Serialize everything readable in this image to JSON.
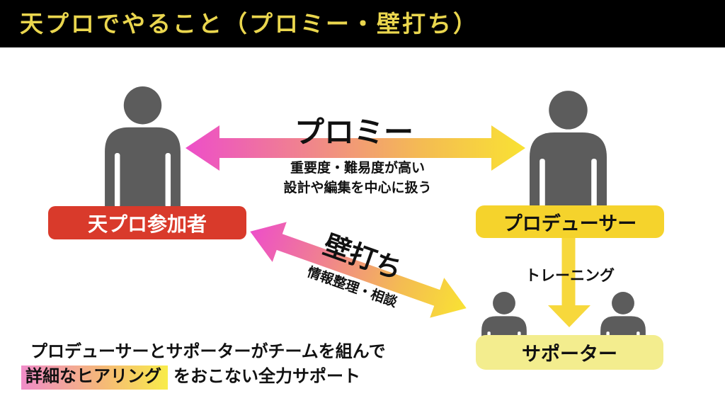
{
  "title": "天プロでやること（プロミー・壁打ち）",
  "nodes": {
    "participant": "天プロ参加者",
    "producer": "プロデューサー",
    "supporter": "サポーター"
  },
  "arrows": {
    "promy": {
      "label": "プロミー",
      "caption1": "重要度・難易度が高い",
      "caption2": "設計や編集を中心に扱う"
    },
    "kabeuchi": {
      "label": "壁打ち",
      "caption": "情報整理・相談"
    },
    "training": {
      "label": "トレーニング"
    }
  },
  "footer": {
    "line1": "プロデューサーとサポーターがチームを組んで",
    "highlight": "詳細なヒアリング",
    "rest": "をおこない全力サポート"
  },
  "colors": {
    "title_yellow": "#EAD64E",
    "participant_red": "#D93A2B",
    "producer_yellow": "#F5D32C",
    "supporter_pale_yellow": "#F3ED8E",
    "arrow_gradient_start": "#ED4EC9",
    "arrow_gradient_end": "#F9E233",
    "down_arrow_yellow": "#F7D83C",
    "person_gray": "#5C5C5C"
  }
}
